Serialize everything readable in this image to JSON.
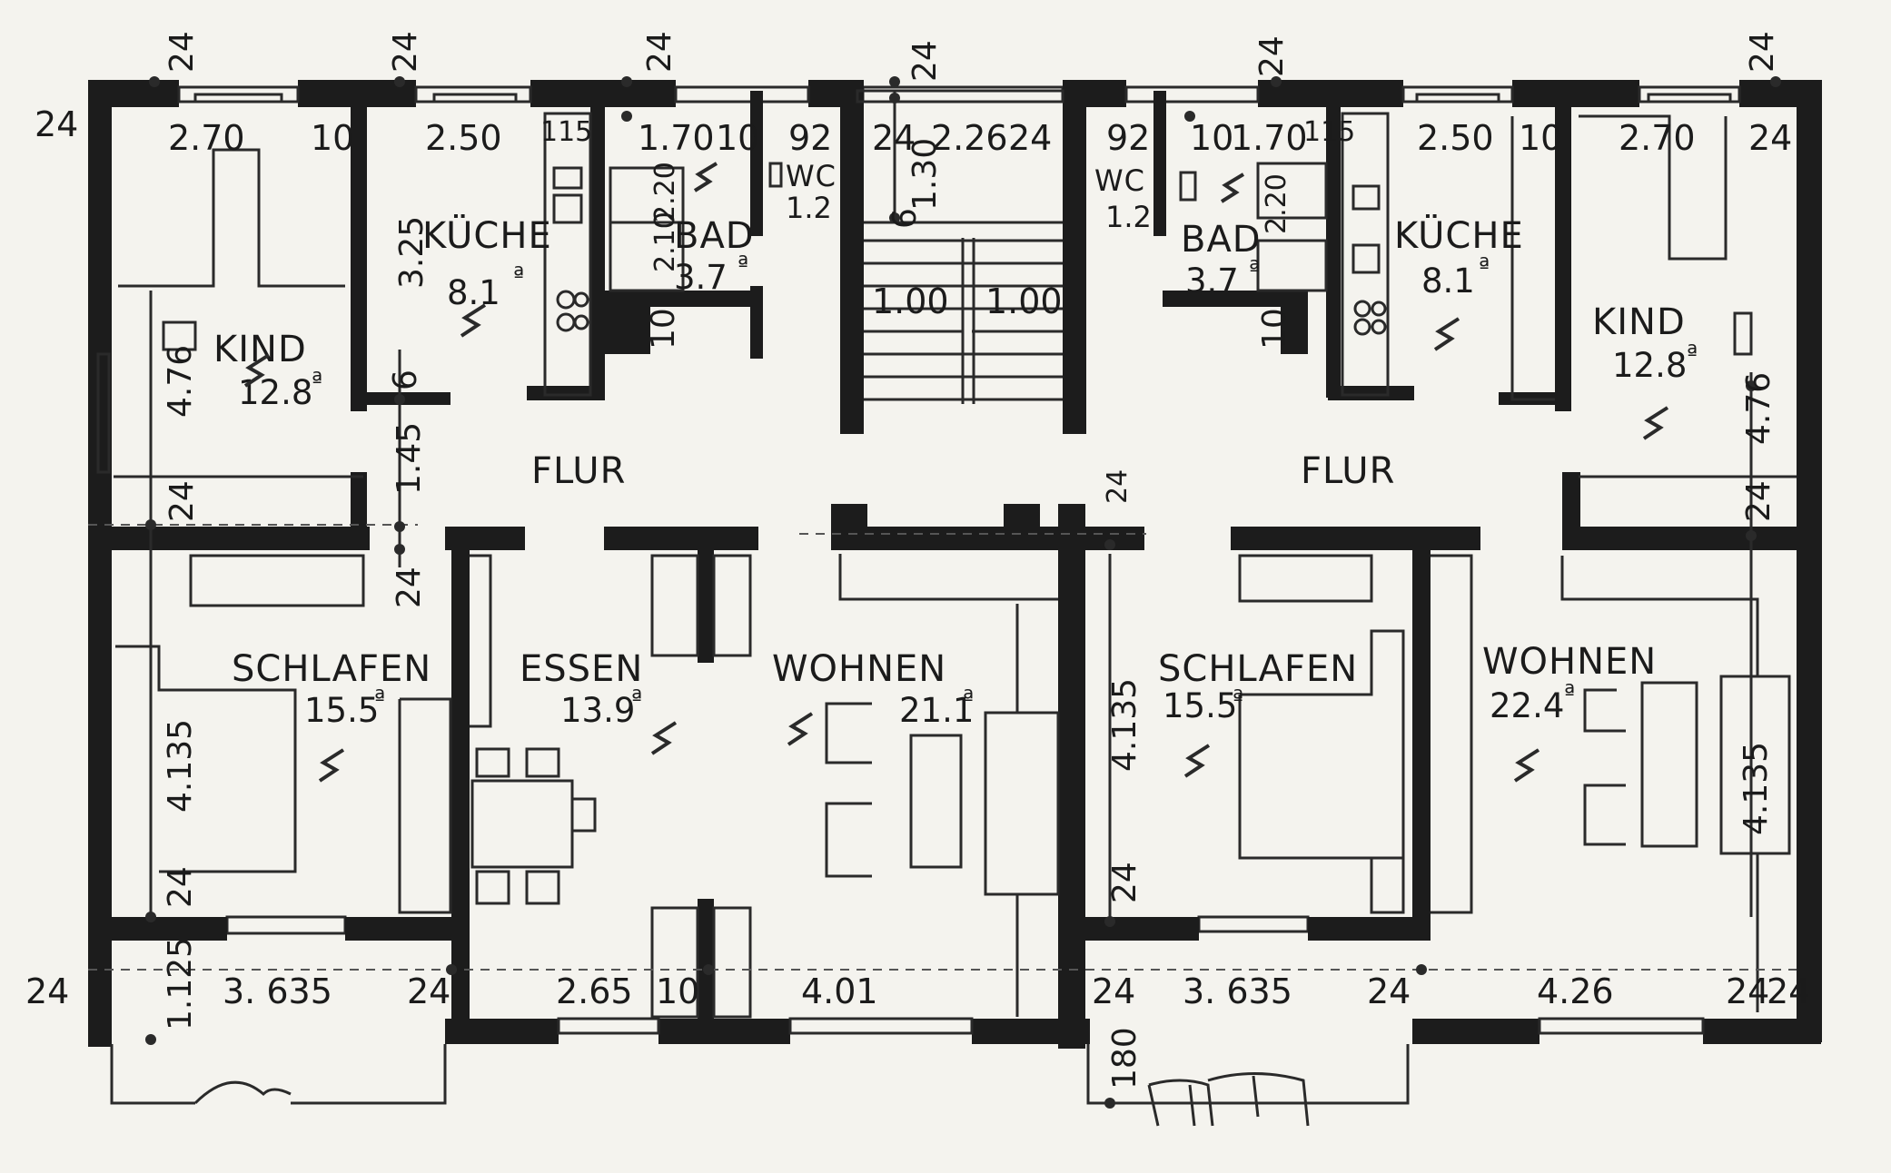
{
  "rooms": {
    "kind_left": {
      "name": "KIND",
      "area": "12.8"
    },
    "kueche_left": {
      "name": "KÜCHE",
      "area": "8.1"
    },
    "bad_left": {
      "name": "BAD",
      "area": "3.7"
    },
    "wc_left": {
      "name": "WC",
      "area": "1.2"
    },
    "flur_left": {
      "name": "FLUR"
    },
    "schlafen_left": {
      "name": "SCHLAFEN",
      "area": "15.5"
    },
    "essen_left": {
      "name": "ESSEN",
      "area": "13.9"
    },
    "wohnen_left": {
      "name": "WOHNEN",
      "area": "21.1"
    },
    "wc_right": {
      "name": "WC",
      "area": "1.2"
    },
    "bad_right": {
      "name": "BAD",
      "area": "3.7"
    },
    "kueche_right": {
      "name": "KÜCHE",
      "area": "8.1"
    },
    "kind_right": {
      "name": "KIND",
      "area": "12.8"
    },
    "flur_right": {
      "name": "FLUR"
    },
    "schlafen_right": {
      "name": "SCHLAFEN",
      "area": "15.5"
    },
    "wohnen_right": {
      "name": "WOHNEN",
      "area": "22.4"
    }
  },
  "area_unit_mark": "ª",
  "dimensions": {
    "top": [
      "24",
      "2.70",
      "10",
      "2.50",
      "115",
      "1.70",
      "10",
      "92",
      "24",
      "2.26",
      "24",
      "92",
      "10",
      "1.70",
      "115",
      "2.50",
      "10",
      "2.70",
      "24"
    ],
    "top_edge": [
      "24",
      "24",
      "24",
      "24",
      "24",
      "24"
    ],
    "vertical_left": [
      "3.25",
      "4.76",
      "6",
      "1.45",
      "24",
      "24",
      "4.135",
      "24",
      "1.125",
      "2.20",
      "2.10",
      "10",
      "1.30",
      "6"
    ],
    "vertical_right": [
      "2.20",
      "10",
      "4.76",
      "24",
      "24",
      "4.135",
      "24",
      "4.135",
      "180"
    ],
    "stair": [
      "1.00",
      "1.00"
    ],
    "bottom": [
      "24",
      "3. 635",
      "24",
      "2.65",
      "10",
      "4.01",
      "24",
      "3. 635",
      "24",
      "4.26",
      "24",
      "24"
    ]
  }
}
